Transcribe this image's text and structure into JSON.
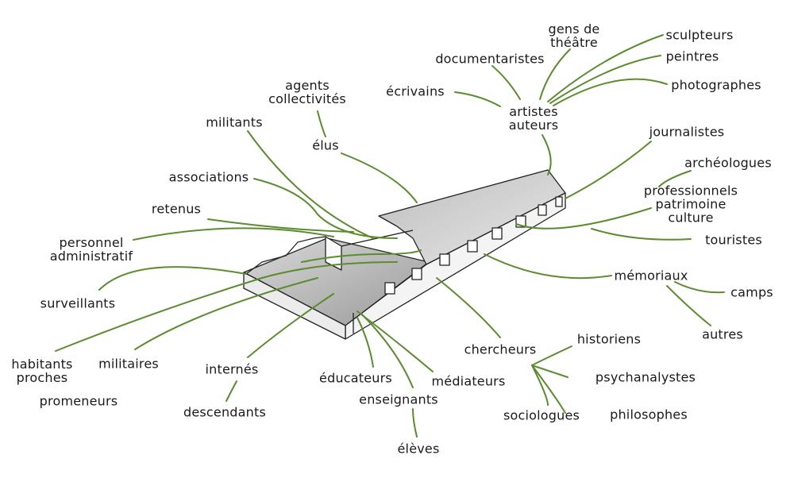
{
  "title": "Acteurs autour du lieu de mémoire",
  "colors": {
    "line": "#5b8c2f",
    "text": "#1a1a1a",
    "building": "#222222"
  },
  "labels": {
    "gens_de_theatre": [
      "gens de",
      "théâtre"
    ],
    "documentaristes": "documentaristes",
    "sculpteurs": "sculpteurs",
    "peintres": "peintres",
    "photographes": "photographes",
    "ecrivains": "écrivains",
    "artistes_auteurs": [
      "artistes",
      "auteurs"
    ],
    "agents_collectivites": [
      "agents",
      "collectivités"
    ],
    "militants": "militants",
    "elus": "élus",
    "journalistes": "journalistes",
    "archeologues": "archéologues",
    "professionnels": [
      "professionnels",
      "patrimoine",
      "culture"
    ],
    "associations": "associations",
    "retenus": "retenus",
    "touristes": "touristes",
    "personnel_administratif": [
      "personnel",
      "administratif"
    ],
    "memoriaux": "mémoriaux",
    "camps": "camps",
    "surveillants": "surveillants",
    "autres": "autres",
    "historiens": "historiens",
    "chercheurs": "chercheurs",
    "habitants_proches": [
      "habitants",
      "proches"
    ],
    "militaires": "militaires",
    "internes": "internés",
    "psychanalystes": "psychanalystes",
    "educateurs": "éducateurs",
    "mediateurs": "médiateurs",
    "enseignants": "enseignants",
    "promeneurs": "promeneurs",
    "descendants": "descendants",
    "sociologues": "sociologues",
    "philosophes": "philosophes",
    "eleves": "élèves"
  }
}
